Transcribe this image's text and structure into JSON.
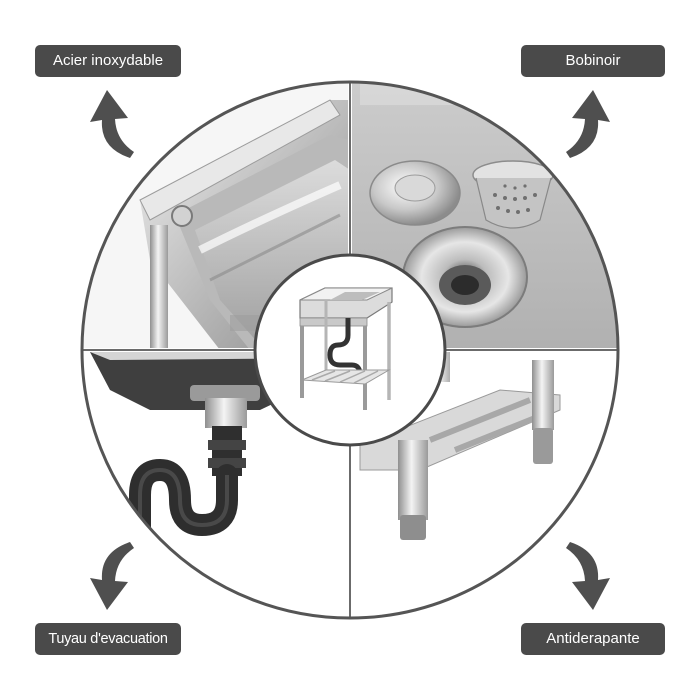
{
  "features": {
    "top_left": {
      "label": "Acier inoxydable",
      "icon": "curved-arrow-up-icon"
    },
    "top_right": {
      "label": "Bobinoir",
      "icon": "curved-arrow-up-icon"
    },
    "bottom_left": {
      "label": "Tuyau d'evacuation",
      "icon": "curved-arrow-down-icon"
    },
    "bottom_right": {
      "label": "Antiderapante",
      "icon": "curved-arrow-down-icon"
    }
  },
  "colors": {
    "label_bg": "#4a4a4a",
    "label_text": "#ffffff",
    "arrow": "#4f4f4f",
    "ring": "#555555",
    "steel_light": "#e4e4e4",
    "steel_mid": "#a9a9a9",
    "steel_dark": "#6b6b6b",
    "pipe": "#2e2e2e"
  }
}
